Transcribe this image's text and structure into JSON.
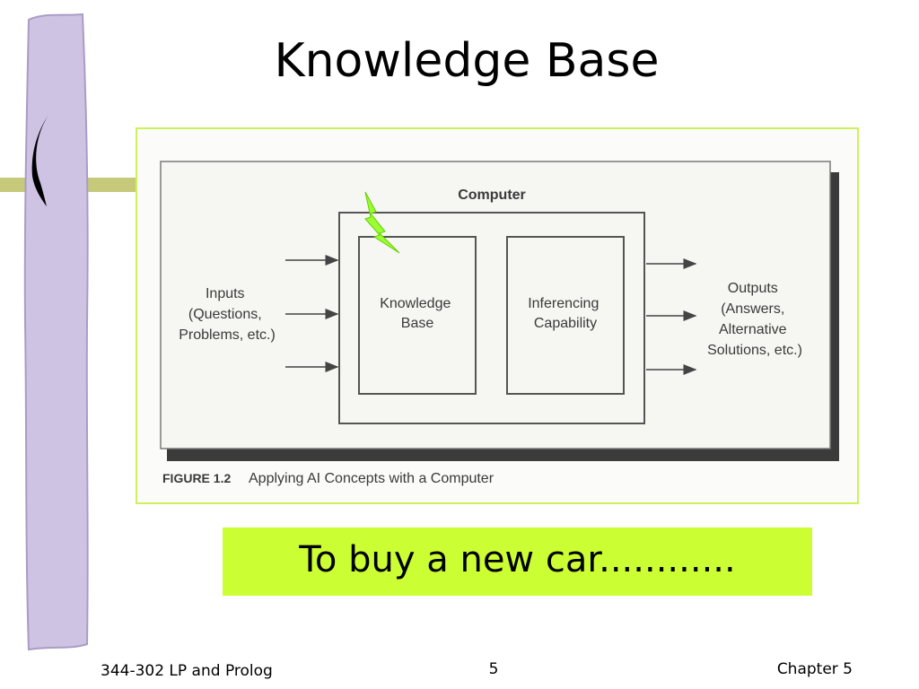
{
  "slide": {
    "title": "Knowledge Base",
    "callout": "To buy a new car............",
    "footer": {
      "left": "344-302 LP and Prolog",
      "page_number": "5",
      "right": "Chapter 5"
    }
  },
  "figure": {
    "computer_label": "Computer",
    "inputs_label": [
      "Inputs",
      "(Questions,",
      "Problems, etc.)"
    ],
    "knowledge_base_label": [
      "Knowledge",
      "Base"
    ],
    "inferencing_label": [
      "Inferencing",
      "Capability"
    ],
    "outputs_label": [
      "Outputs",
      "(Answers,",
      "Alternative",
      "Solutions, etc.)"
    ],
    "caption_number": "FIGURE 1.2",
    "caption_text": "Applying AI Concepts with a Computer",
    "icons": {
      "highlight": "lightning-bolt-icon",
      "input": "arrow-right-icon",
      "output": "arrow-right-icon"
    }
  },
  "colors": {
    "sidebar_bar": "#cfc3e3",
    "sidebar_outline": "#a99cc6",
    "rail": "#c7c97a",
    "frame_border": "#ccf25a",
    "callout_bg": "#ccff33",
    "bolt": "#99ff33"
  }
}
